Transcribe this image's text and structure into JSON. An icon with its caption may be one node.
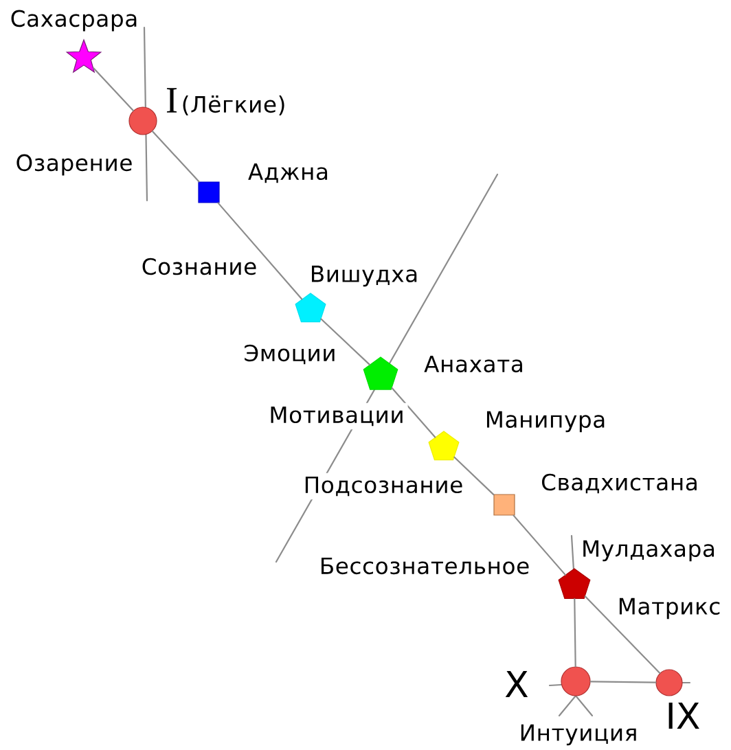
{
  "diagram": {
    "nodes": [
      {
        "text": [],
        "shape": "star",
        "beside": [
          "Сахасрара"
        ]
      },
      {
        "text": [],
        "shape": "circle",
        "beside": [
          "I",
          "(Лёгкие)"
        ]
      },
      {
        "text": [],
        "shape": "square",
        "beside": [
          "Аджна"
        ]
      },
      {
        "text": [],
        "shape": "pentagon",
        "beside": [
          "Вишудха"
        ]
      },
      {
        "text": [],
        "shape": "pentagon",
        "beside": [
          "Анахата"
        ]
      },
      {
        "text": [],
        "shape": "pentagon",
        "beside": [
          "Манипура"
        ]
      },
      {
        "text": [],
        "shape": "square",
        "beside": [
          "Свадхистана"
        ]
      },
      {
        "text": [],
        "shape": "pentagon",
        "beside": [
          "Мулдахара"
        ]
      },
      {
        "text": [],
        "shape": "circle",
        "beside": [
          "X",
          "Интуиция"
        ]
      },
      {
        "text": [],
        "shape": "circle",
        "beside": [
          "IX"
        ]
      }
    ],
    "edges": [
      {
        "from": 0,
        "to": 1,
        "arrow": "none"
      },
      {
        "from": 1,
        "to": 2,
        "arrow": "none",
        "label": "Озарение"
      },
      {
        "from": 2,
        "to": 3,
        "arrow": "none",
        "label": "Сознание"
      },
      {
        "from": 3,
        "to": 4,
        "arrow": "none",
        "label": "Эмоции"
      },
      {
        "from": 4,
        "to": 5,
        "arrow": "none",
        "label": "Мотивации"
      },
      {
        "from": 5,
        "to": 6,
        "arrow": "none",
        "label": "Подсознание"
      },
      {
        "from": 6,
        "to": 7,
        "arrow": "none",
        "label": "Бессознательное"
      },
      {
        "from": 7,
        "to": 9,
        "arrow": "none",
        "label": "Матрикс"
      },
      {
        "from": 7,
        "to": 8,
        "arrow": "none"
      },
      {
        "from": 8,
        "to": 9,
        "arrow": "none"
      }
    ]
  }
}
